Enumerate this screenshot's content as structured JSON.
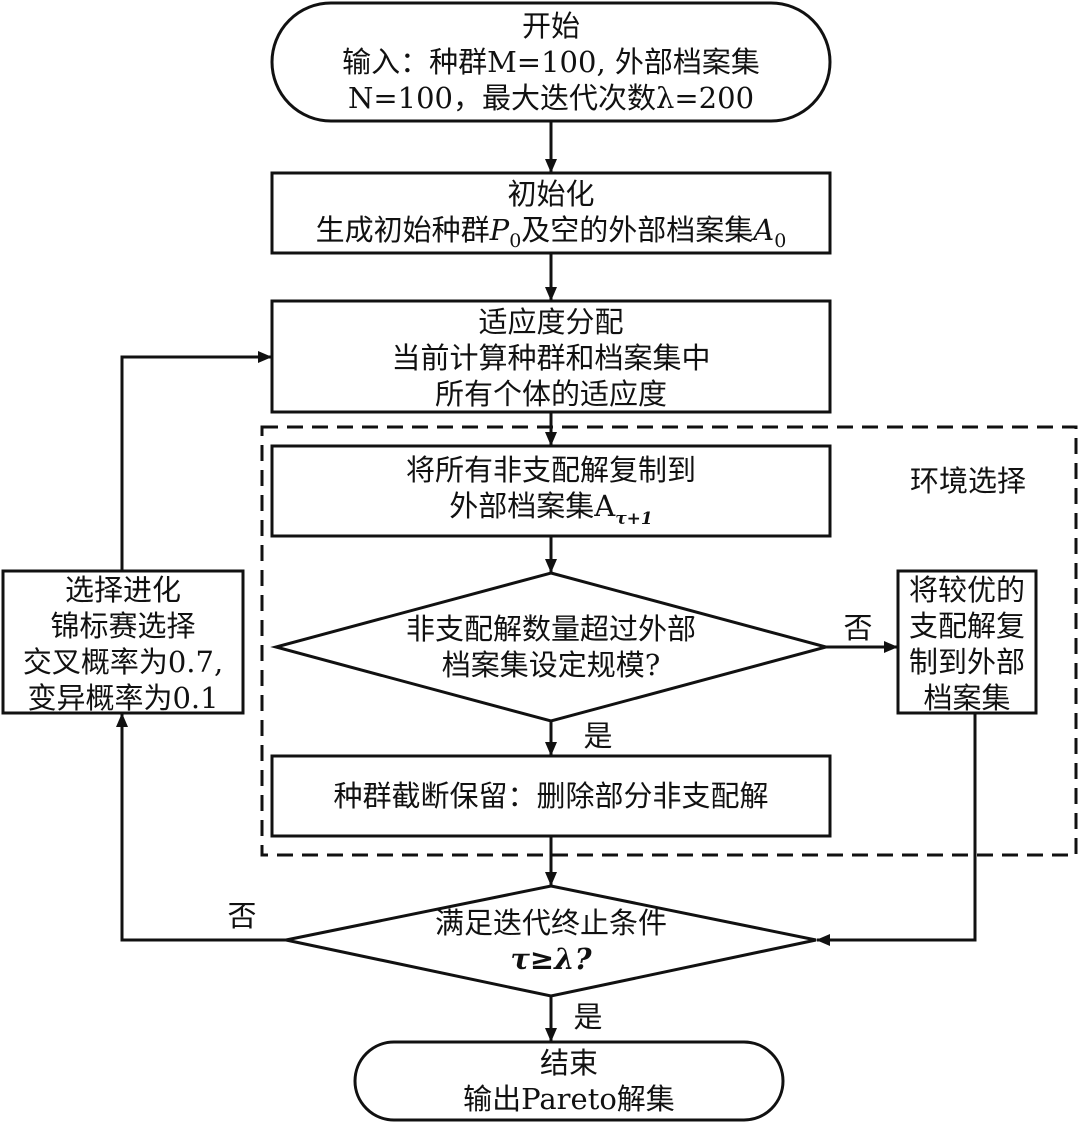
{
  "start": {
    "line1": "开始",
    "line2": "输入：种群M=100, 外部档案集",
    "line3": "N=100，最大迭代次数λ=200"
  },
  "init": {
    "line1": "初始化",
    "line2_a": "生成初始种群",
    "line2_p": "P",
    "line2_sub0": "0",
    "line2_b": "及空的外部档案集",
    "line2_a2": "A",
    "line2_sub1": "0"
  },
  "fitness": {
    "line1": "适应度分配",
    "line2": "当前计算种群和档案集中",
    "line3": "所有个体的适应度"
  },
  "env_label": "环境选择",
  "copy": {
    "line1": "将所有非支配解复制到",
    "line2": "外部档案集A",
    "line2_sub": "τ+1"
  },
  "decision1": {
    "line1": "非支配解数量超过外部",
    "line2": "档案集设定规模?",
    "no": "否",
    "yes": "是"
  },
  "better": {
    "line1": "将较优的",
    "line2": "支配解复",
    "line3": "制到外部",
    "line4": "档案集"
  },
  "truncate": "种群截断保留：删除部分非支配解",
  "evolve": {
    "line1": "选择进化",
    "line2": "锦标赛选择",
    "line3": "交叉概率为0.7,",
    "line4": "变异概率为0.1"
  },
  "decision2": {
    "line1": "满足迭代终止条件",
    "line2": "τ≥λ?",
    "no": "否",
    "yes": "是"
  },
  "end": {
    "line1": "结束",
    "line2": "输出Pareto解集"
  }
}
